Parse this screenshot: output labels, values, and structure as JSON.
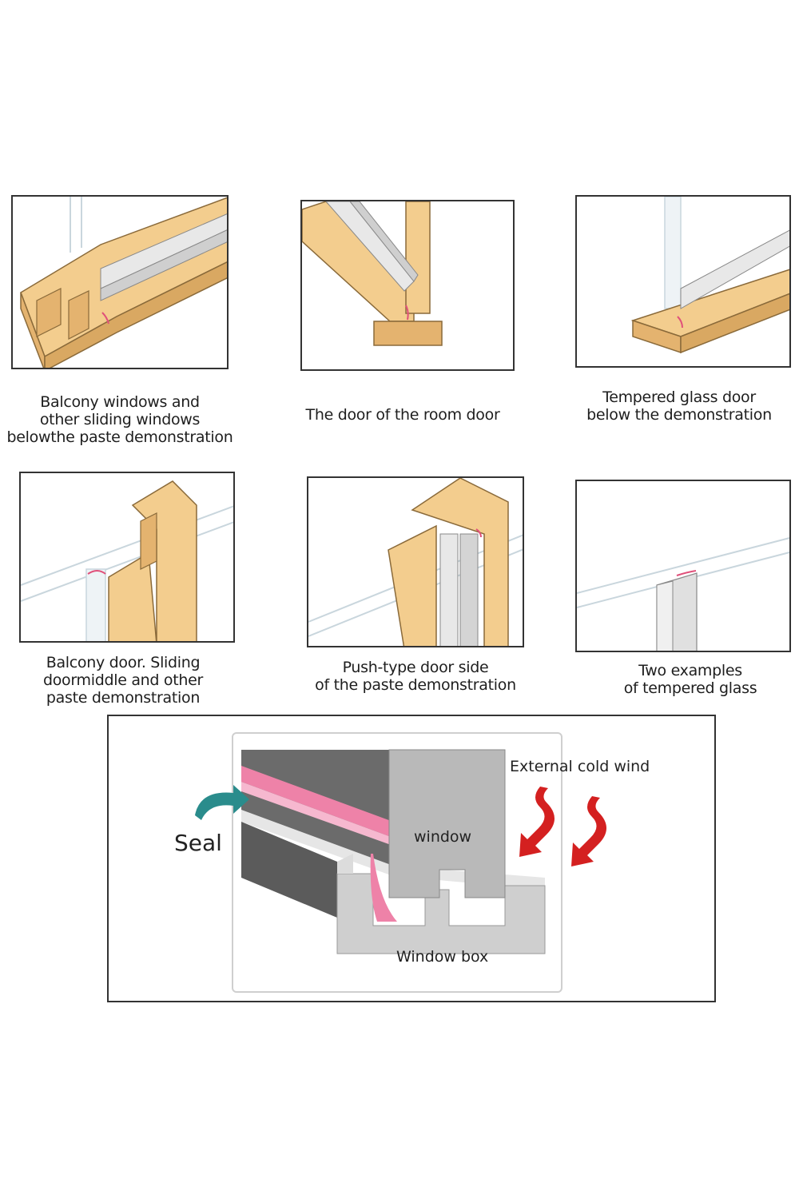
{
  "panels": [
    {
      "caption": [
        "Balcony windows and",
        "other sliding windows",
        "belowthe paste demonstration"
      ]
    },
    {
      "caption": [
        "The door of the room door"
      ]
    },
    {
      "caption": [
        "Tempered glass door",
        "below the demonstration"
      ]
    },
    {
      "caption": [
        "Balcony door. Sliding",
        "doormiddle and other",
        "paste demonstration"
      ]
    },
    {
      "caption": [
        "Push-type door side",
        "of the paste demonstration"
      ]
    },
    {
      "caption": [
        "Two examples",
        "of tempered glass"
      ]
    }
  ],
  "diagram": {
    "seal_label": "Seal",
    "window_label": "window",
    "window_box_label": "Window box",
    "wind_label": "External cold wind"
  },
  "colors": {
    "wood": "#f3cd8e",
    "wood_dark": "#c89a55",
    "seal": "#ee82a8",
    "arrow_red": "#d42020",
    "arrow_teal": "#2a8c8c"
  }
}
